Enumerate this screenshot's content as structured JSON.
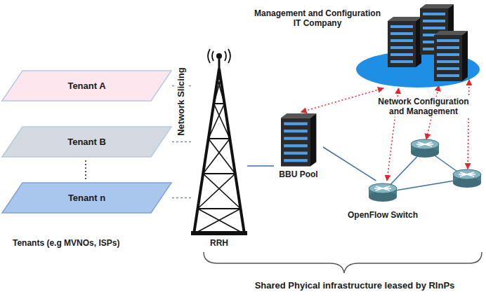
{
  "diagram": {
    "nodes": [
      {
        "text": [
          "Management and Configuration IT Company"
        ]
      },
      {
        "text": [
          "Tenant A"
        ]
      },
      {
        "text": [
          "Tenant B"
        ]
      },
      {
        "text": [
          "Tenant n"
        ]
      },
      {
        "text": [
          "RRH"
        ]
      },
      {
        "text": [
          "BBU Pool"
        ]
      },
      {
        "text": [
          "OpenFlow Switch"
        ]
      }
    ],
    "edges": [
      {
        "from": 1,
        "to": 4,
        "arrow": "none"
      },
      {
        "from": 2,
        "to": 4,
        "arrow": "none"
      },
      {
        "from": 3,
        "to": 4,
        "arrow": "none"
      },
      {
        "from": 4,
        "to": 5,
        "arrow": "none"
      },
      {
        "from": 5,
        "to": 6,
        "arrow": "none"
      },
      {
        "from": 0,
        "to": 5,
        "arrow": "both"
      },
      {
        "from": 0,
        "to": 6,
        "arrow": "both"
      }
    ],
    "labels": [
      "Network Slicing",
      "Network Configuration and Management",
      "Tenants (e.g MVNOs, ISPs)",
      "Shared Phyical infrastructure leased by RInPs"
    ]
  }
}
